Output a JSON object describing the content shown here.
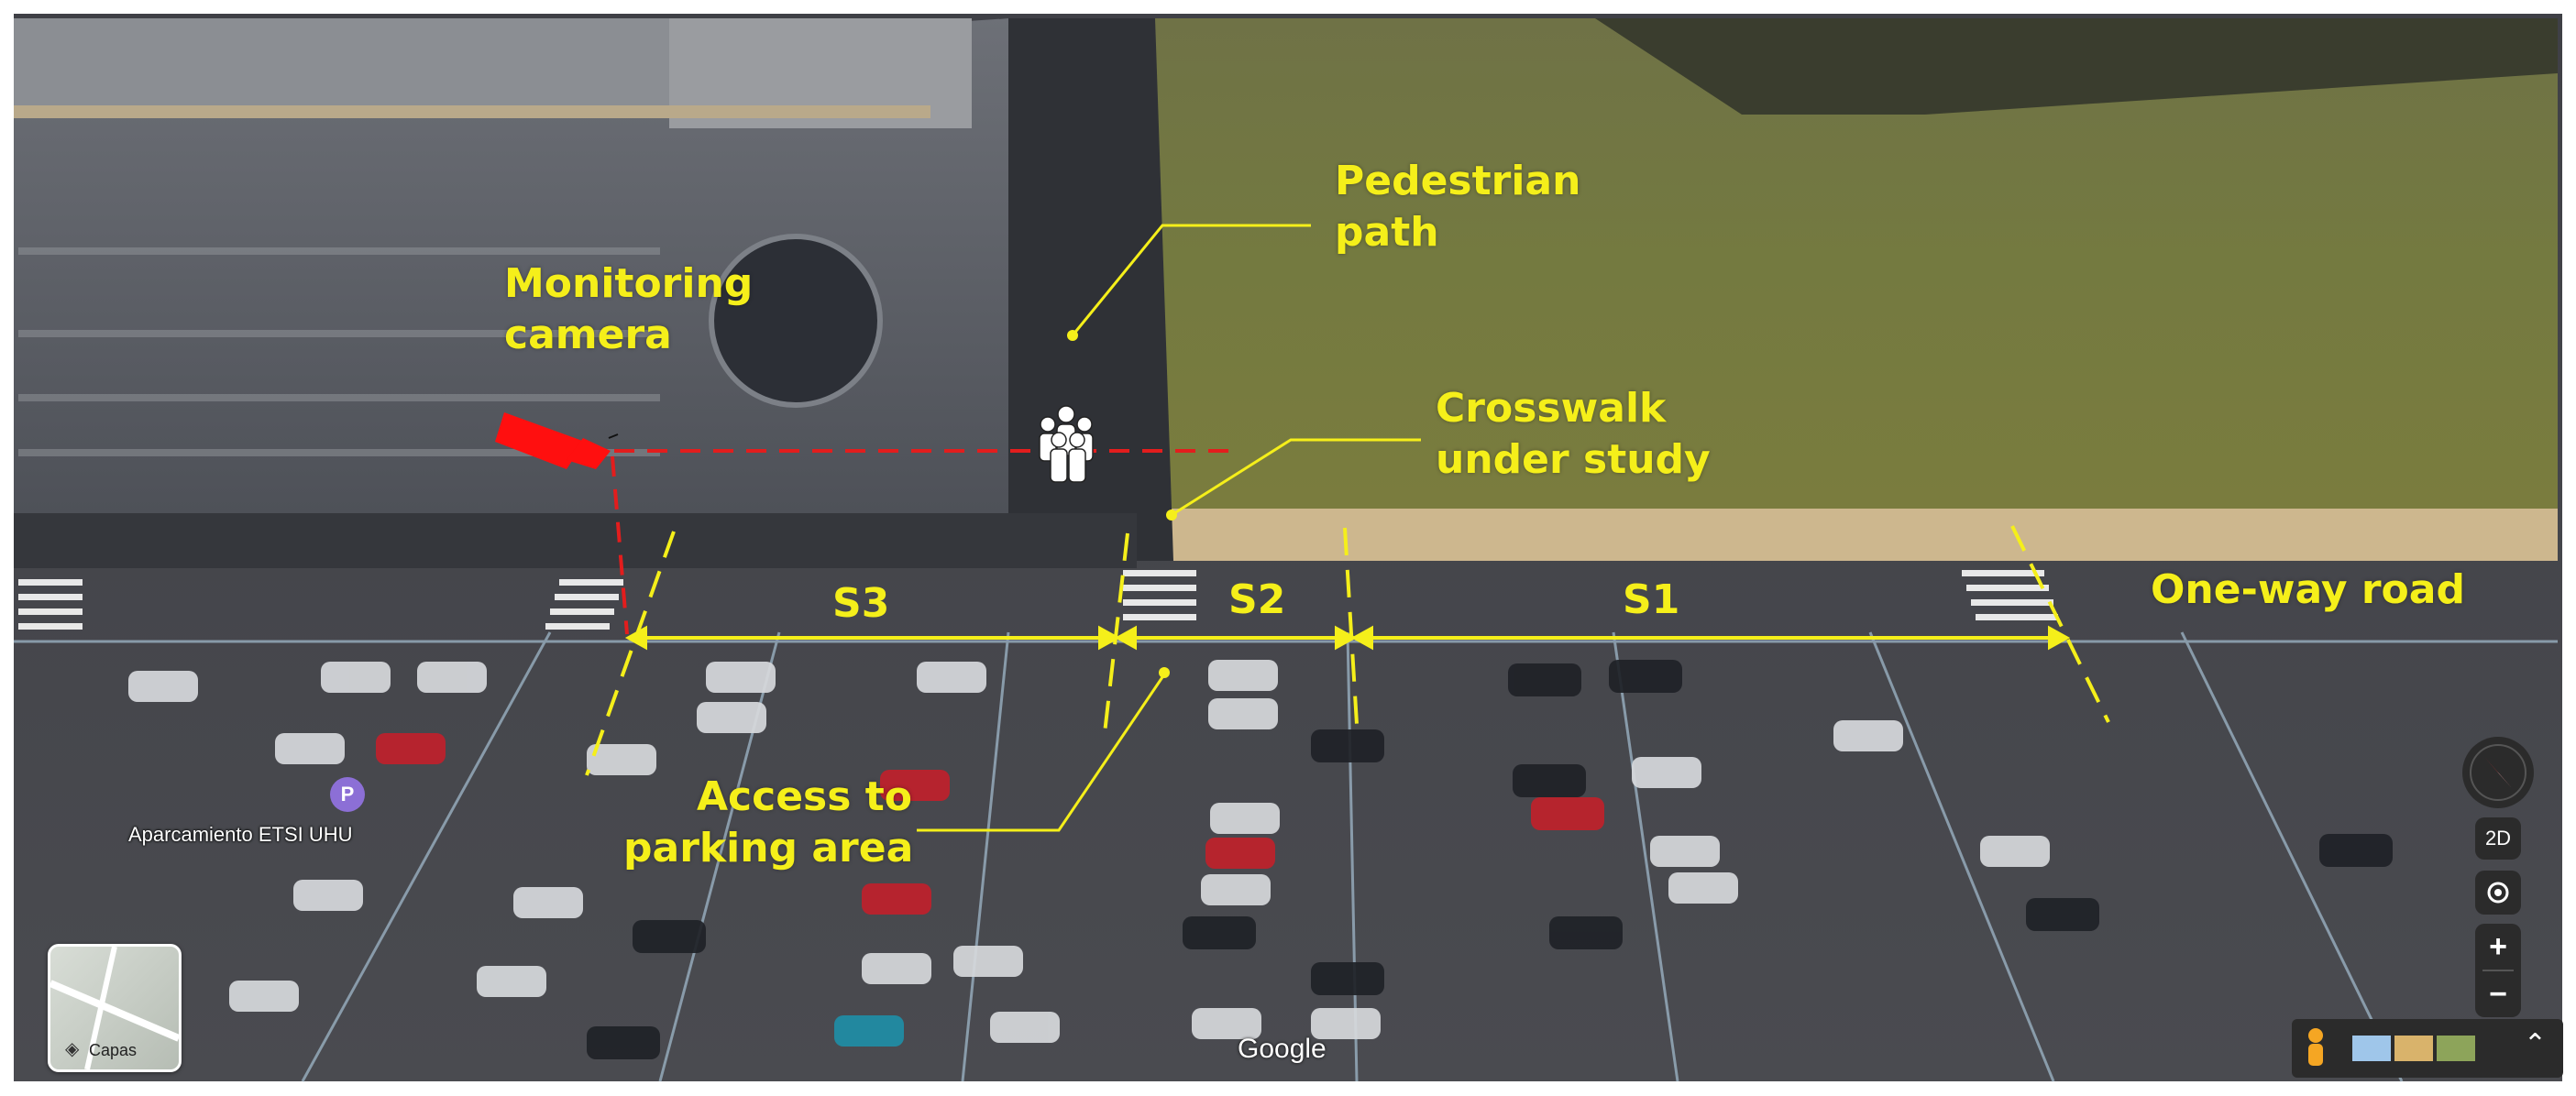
{
  "annotations": {
    "pedestrian_path": [
      "Pedestrian",
      "path"
    ],
    "monitoring_camera": [
      "Monitoring",
      "camera"
    ],
    "crosswalk": [
      "Crosswalk",
      "under study"
    ],
    "one_way_road": "One-way road",
    "access_parking": [
      "Access to",
      "parking area"
    ]
  },
  "segments": {
    "s1": "S1",
    "s2": "S2",
    "s3": "S3"
  },
  "map_ui": {
    "poi_label": "Aparcamiento ETSI UHU",
    "poi_icon": "P",
    "watermark": "Google",
    "layers_label": "Capas",
    "view_mode": "2D",
    "zoom_in": "+",
    "zoom_out": "−",
    "expand": "⌃"
  },
  "colors": {
    "annotation": "#f5ef1a",
    "camera": "#ff0f0f",
    "camera_line": "#e31d1d"
  }
}
